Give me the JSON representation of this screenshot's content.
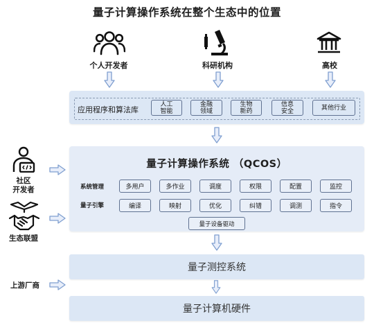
{
  "title": "量子计算操作系统在整个生态中的位置",
  "top_entities": [
    {
      "label": "个人开发者",
      "icon": "developers-icon"
    },
    {
      "label": "科研机构",
      "icon": "microscope-icon"
    },
    {
      "label": "高校",
      "icon": "university-icon"
    }
  ],
  "app_layer": {
    "label": "应用程序和算法库",
    "items": [
      "人工\n智能",
      "金融\n领域",
      "生物\n新药",
      "信息\n安全",
      "其他行业"
    ]
  },
  "qcos": {
    "title": "量子计算操作系统 （QCOS）",
    "rows": [
      {
        "label": "系统管理",
        "items": [
          "多用户",
          "多作业",
          "调度",
          "权限",
          "配置",
          "监控"
        ]
      },
      {
        "label": "量子引擎",
        "items": [
          "编译",
          "映射",
          "优化",
          "纠错",
          "调测",
          "指令"
        ]
      }
    ],
    "driver": "量子设备驱动"
  },
  "left_entities": [
    {
      "label": "社区\n开发者",
      "icon": "community-developer-icon"
    },
    {
      "label": "生态联盟",
      "icon": "handshake-icon"
    },
    {
      "label": "上游厂商",
      "icon": ""
    }
  ],
  "layers": {
    "control": "量子测控系统",
    "hardware": "量子计算机硬件"
  },
  "colors": {
    "arrow": "#7f9fd0",
    "panel": "#dce7f5",
    "chip_border": "#5f7191"
  }
}
